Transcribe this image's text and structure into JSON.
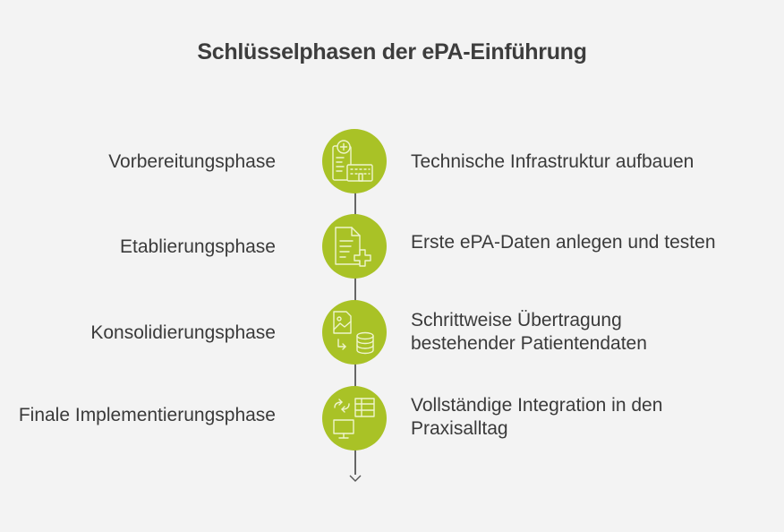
{
  "title": "Schlüsselphasen der ePA-Einführung",
  "colors": {
    "accent": "#a9c226",
    "icon_stroke": "#eef4cc",
    "line": "#666666"
  },
  "phases": [
    {
      "name": "Vorbereitungsphase",
      "description": "Technische Infrastruktur aufbauen",
      "icon": "medical-clipboard-icon"
    },
    {
      "name": "Etablierungsphase",
      "description": "Erste ePA-Daten anlegen und testen",
      "icon": "document-plus-icon"
    },
    {
      "name": "Konsolidierungsphase",
      "description_lines": [
        "Schrittweise Übertragung",
        "bestehender Patientendaten"
      ],
      "icon": "image-to-database-icon"
    },
    {
      "name": "Finale Implementierungsphase",
      "description_lines": [
        "Vollständige Integration in den",
        "Praxisalltag"
      ],
      "icon": "monitor-table-sync-icon"
    }
  ]
}
